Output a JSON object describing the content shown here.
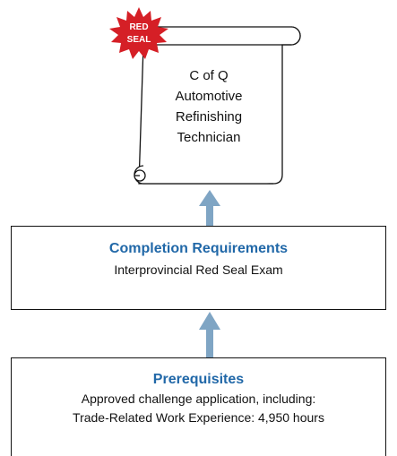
{
  "certificate": {
    "seal_lines": [
      "RED",
      "SEAL"
    ],
    "title_lines": [
      "C of Q",
      "Automotive",
      "Refinishing",
      "Technician"
    ]
  },
  "completion": {
    "heading": "Completion Requirements",
    "lines": [
      "Interprovincial Red Seal Exam"
    ]
  },
  "prerequisites": {
    "heading": "Prerequisites",
    "lines": [
      "Approved challenge application, including:",
      "Trade-Related Work Experience: 4,950 hours"
    ]
  },
  "colors": {
    "heading": "#2168a8",
    "arrow": "#7fa5c4",
    "seal": "#d51f26",
    "outline": "#111111"
  }
}
